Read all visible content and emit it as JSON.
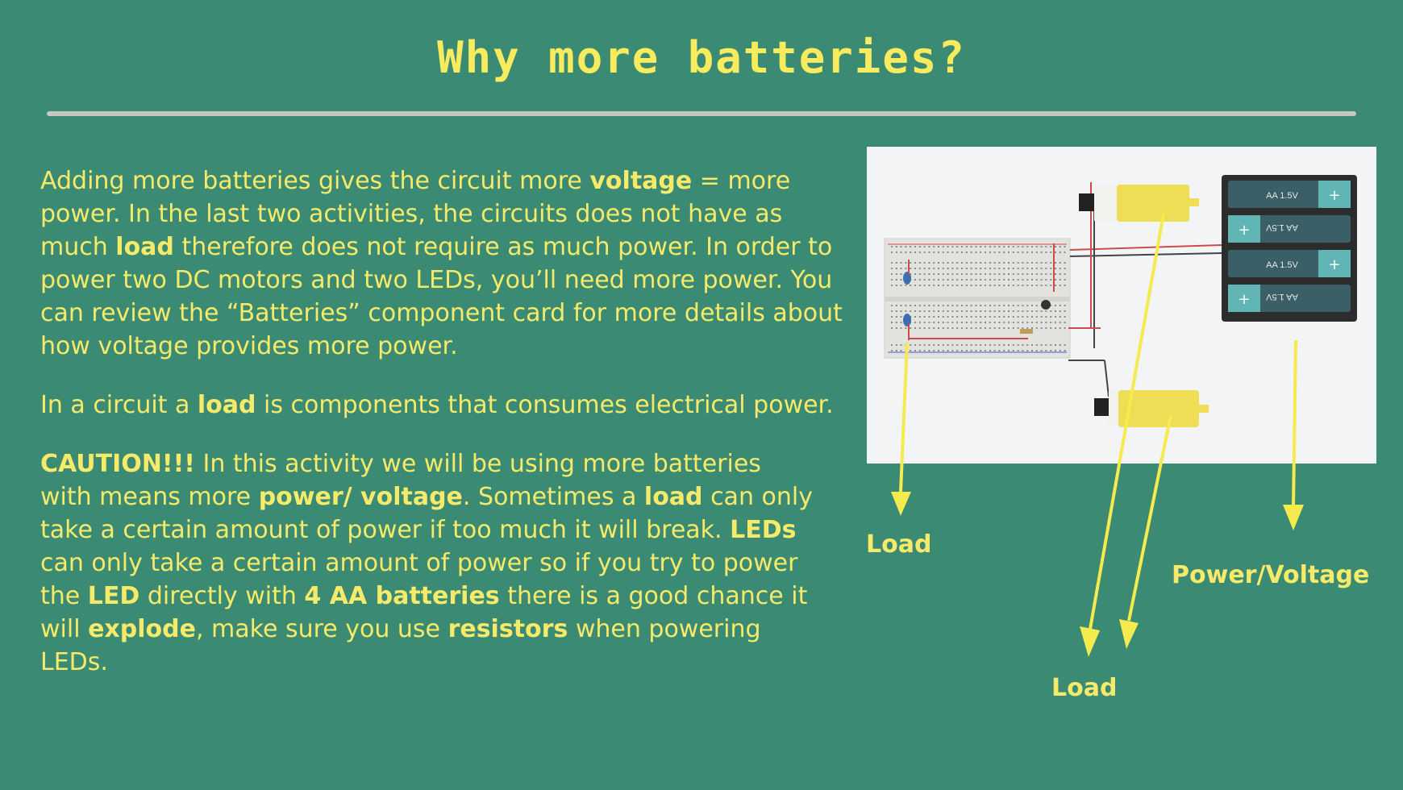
{
  "title": "Why more batteries?",
  "paragraphs": {
    "p1": [
      {
        "t": "Adding more batteries gives the circuit more "
      },
      {
        "t": "voltage",
        "b": true
      },
      {
        "t": " = more power. In the last two activities, the circuits does not have as much "
      },
      {
        "t": "load",
        "b": true
      },
      {
        "t": " therefore does not require as much power. In order to power two DC motors and two LEDs, you’ll need more power. You can review the “Batteries” component card for more details about how voltage provides more power."
      }
    ],
    "p2": [
      {
        "t": "In a circuit a "
      },
      {
        "t": "load",
        "b": true
      },
      {
        "t": " is components that consumes electrical power."
      }
    ],
    "p3": [
      {
        "t": "CAUTION!!!",
        "b": true
      },
      {
        "t": " In this activity we will be using more batteries with means more "
      },
      {
        "t": "power/ voltage",
        "b": true
      },
      {
        "t": ". Sometimes a "
      },
      {
        "t": "load",
        "b": true
      },
      {
        "t": " can only take a certain amount of power if too much it will break. "
      },
      {
        "t": "LEDs",
        "b": true
      },
      {
        "t": " can only take a certain amount of power so if you try to power the "
      },
      {
        "t": "LED",
        "b": true
      },
      {
        "t": " directly with "
      },
      {
        "t": "4 AA batteries",
        "b": true
      },
      {
        "t": " there is a good chance it will "
      },
      {
        "t": "explode",
        "b": true
      },
      {
        "t": ", make sure you use "
      },
      {
        "t": "resistors",
        "b": true
      },
      {
        "t": " when powering LEDs."
      }
    ]
  },
  "battery_label": "AA 1.5V",
  "labels": {
    "load_left": "Load",
    "load_bottom": "Load",
    "power_voltage": "Power/Voltage"
  },
  "colors": {
    "background": "#3b8a73",
    "text": "#f6ea6a",
    "title": "#f8ec5e",
    "arrow": "#f5ea4e",
    "rule": "#c8c7bd"
  }
}
